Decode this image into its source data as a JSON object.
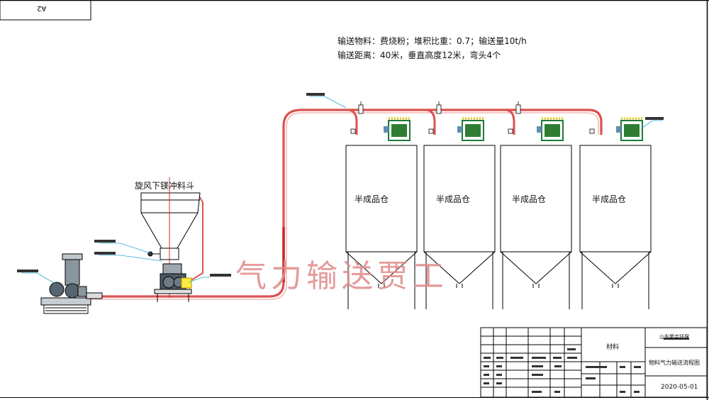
{
  "corner_label": "A2",
  "spec": {
    "line1": "输送物料：费烧粉；堆积比重：0.7；输送量10t/h",
    "line2": "输送距离：40米，垂直高度12米，弯头4个"
  },
  "hopper_label": "旋风下镁冲料斗",
  "silo_label": "半成品仓",
  "watermark": "气力输送贾工",
  "title_block": {
    "material_label": "材料",
    "company": "山东聚合环保",
    "drawing_title": "物料气力输送流程图",
    "date": "2020-05-01"
  },
  "colors": {
    "pipe": "#d9534f",
    "leader": "#27a9d6",
    "filter": "#1f7a3a",
    "watermark": "#e08a8a"
  }
}
